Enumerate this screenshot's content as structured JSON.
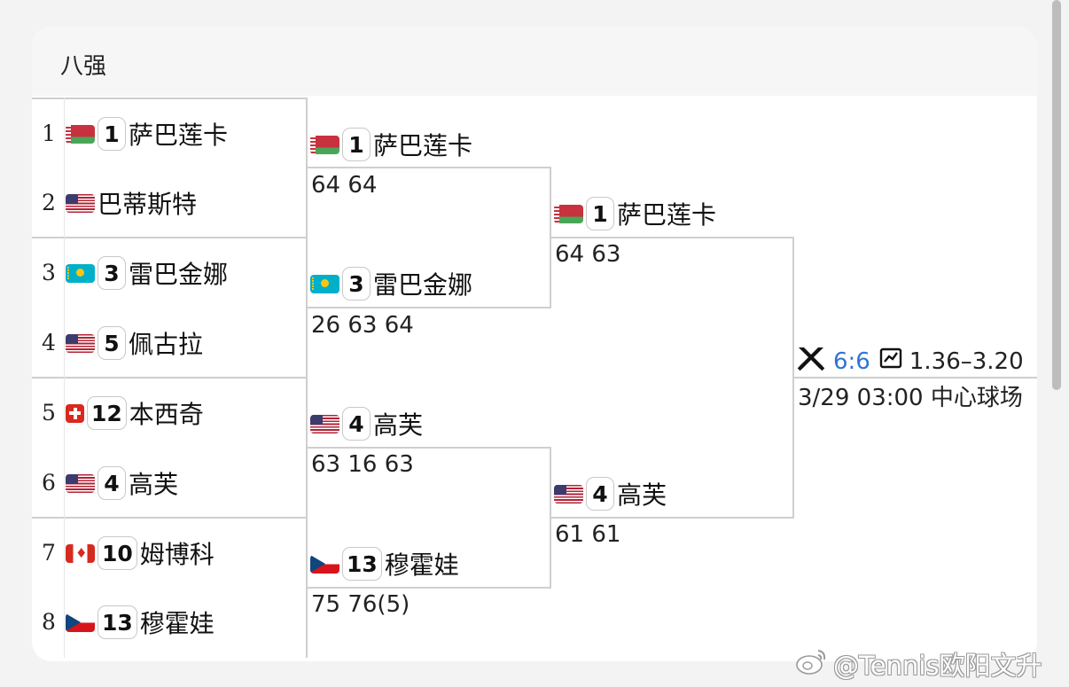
{
  "title": "八强",
  "rounds": {
    "quarterfinal": [
      {
        "no": "1",
        "flag": "belarus",
        "seed": "1",
        "name": "萨巴莲卡"
      },
      {
        "no": "2",
        "flag": "usa",
        "seed": "",
        "name": "巴蒂斯特"
      },
      {
        "no": "3",
        "flag": "kazakhstan",
        "seed": "3",
        "name": "雷巴金娜"
      },
      {
        "no": "4",
        "flag": "usa",
        "seed": "5",
        "name": "佩古拉"
      },
      {
        "no": "5",
        "flag": "switzerland",
        "seed": "12",
        "name": "本西奇"
      },
      {
        "no": "6",
        "flag": "usa",
        "seed": "4",
        "name": "高芙"
      },
      {
        "no": "7",
        "flag": "canada",
        "seed": "10",
        "name": "姆博科"
      },
      {
        "no": "8",
        "flag": "czechia",
        "seed": "13",
        "name": "穆霍娃"
      }
    ],
    "semifinal": [
      {
        "flag": "belarus",
        "seed": "1",
        "name": "萨巴莲卡",
        "score": "64 64"
      },
      {
        "flag": "kazakhstan",
        "seed": "3",
        "name": "雷巴金娜",
        "score": "26 63 64"
      },
      {
        "flag": "usa",
        "seed": "4",
        "name": "高芙",
        "score": "63 16 63"
      },
      {
        "flag": "czechia",
        "seed": "13",
        "name": "穆霍娃",
        "score": "75 76(5)"
      }
    ],
    "final": [
      {
        "flag": "belarus",
        "seed": "1",
        "name": "萨巴莲卡",
        "score": "64 63"
      },
      {
        "flag": "usa",
        "seed": "4",
        "name": "高芙",
        "score": "61 61"
      }
    ]
  },
  "final_match": {
    "h2h": "6:6",
    "odds": "1.36–3.20",
    "time_venue": "3/29 03:00 中心球场"
  },
  "watermark": "@Tennis欧阳文升",
  "icons": [
    "versus-icon",
    "trend-chart-icon",
    "weibo-icon"
  ]
}
